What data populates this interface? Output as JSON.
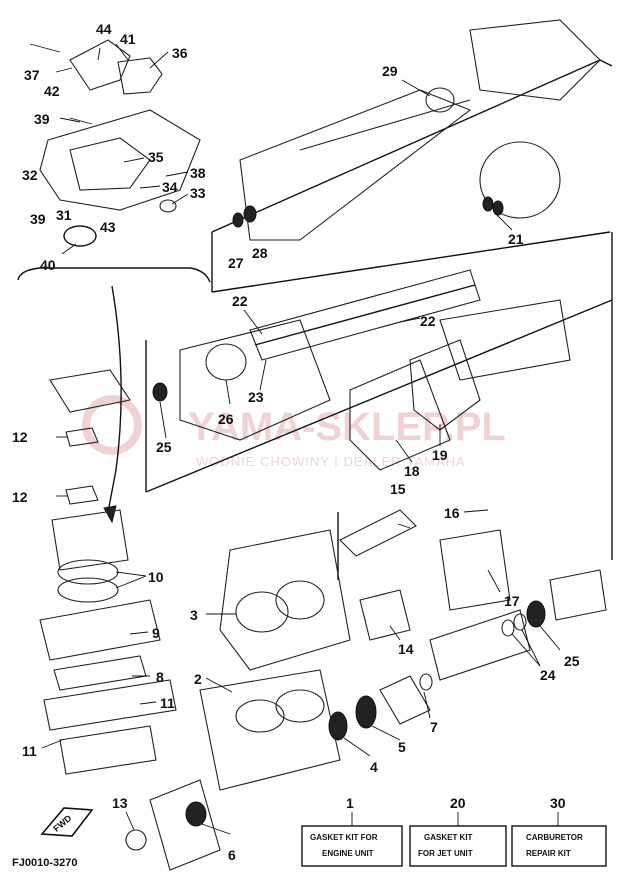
{
  "diagram": {
    "callouts": [
      {
        "id": "c44",
        "label": "44"
      },
      {
        "id": "c41",
        "label": "41"
      },
      {
        "id": "c36",
        "label": "36"
      },
      {
        "id": "c37",
        "label": "37"
      },
      {
        "id": "c42",
        "label": "42"
      },
      {
        "id": "c39a",
        "label": "39"
      },
      {
        "id": "c35",
        "label": "35"
      },
      {
        "id": "c32",
        "label": "32"
      },
      {
        "id": "c38",
        "label": "38"
      },
      {
        "id": "c34",
        "label": "34"
      },
      {
        "id": "c33",
        "label": "33"
      },
      {
        "id": "c39b",
        "label": "39"
      },
      {
        "id": "c31",
        "label": "31"
      },
      {
        "id": "c43",
        "label": "43"
      },
      {
        "id": "c40",
        "label": "40"
      },
      {
        "id": "c29",
        "label": "29"
      },
      {
        "id": "c27",
        "label": "27"
      },
      {
        "id": "c28",
        "label": "28"
      },
      {
        "id": "c21",
        "label": "21"
      },
      {
        "id": "c22a",
        "label": "22"
      },
      {
        "id": "c22b",
        "label": "22"
      },
      {
        "id": "c23",
        "label": "23"
      },
      {
        "id": "c26",
        "label": "26"
      },
      {
        "id": "c25a",
        "label": "25"
      },
      {
        "id": "c12a",
        "label": "12"
      },
      {
        "id": "c18",
        "label": "18"
      },
      {
        "id": "c19",
        "label": "19"
      },
      {
        "id": "c12b",
        "label": "12"
      },
      {
        "id": "c15",
        "label": "15"
      },
      {
        "id": "c16",
        "label": "16"
      },
      {
        "id": "c10",
        "label": "10"
      },
      {
        "id": "c3",
        "label": "3"
      },
      {
        "id": "c17",
        "label": "17"
      },
      {
        "id": "c9",
        "label": "9"
      },
      {
        "id": "c14",
        "label": "14"
      },
      {
        "id": "c25b",
        "label": "25"
      },
      {
        "id": "c8",
        "label": "8"
      },
      {
        "id": "c24",
        "label": "24"
      },
      {
        "id": "c2",
        "label": "2"
      },
      {
        "id": "c11a",
        "label": "11"
      },
      {
        "id": "c7",
        "label": "7"
      },
      {
        "id": "c11b",
        "label": "11"
      },
      {
        "id": "c5",
        "label": "5"
      },
      {
        "id": "c4",
        "label": "4"
      },
      {
        "id": "c1",
        "label": "1"
      },
      {
        "id": "c20",
        "label": "20"
      },
      {
        "id": "c30",
        "label": "30"
      },
      {
        "id": "c13",
        "label": "13"
      },
      {
        "id": "c6",
        "label": "6"
      }
    ],
    "kits": [
      {
        "id": "kit1",
        "line1": "GASKET KIT FOR",
        "line2": "ENGINE UNIT"
      },
      {
        "id": "kit20",
        "line1": "GASKET KIT",
        "line2": "FOR JET UNIT"
      },
      {
        "id": "kit30",
        "line1": "CARBURETOR",
        "line2": "REPAIR KIT"
      }
    ],
    "figure_code": "FJ0010-3270",
    "fwd_label": "FWD",
    "watermark_title": "YAMA-SKLEP.PL",
    "watermark_subtitle": "WODNIE CHOWINY I DEALER YAMAHA"
  }
}
